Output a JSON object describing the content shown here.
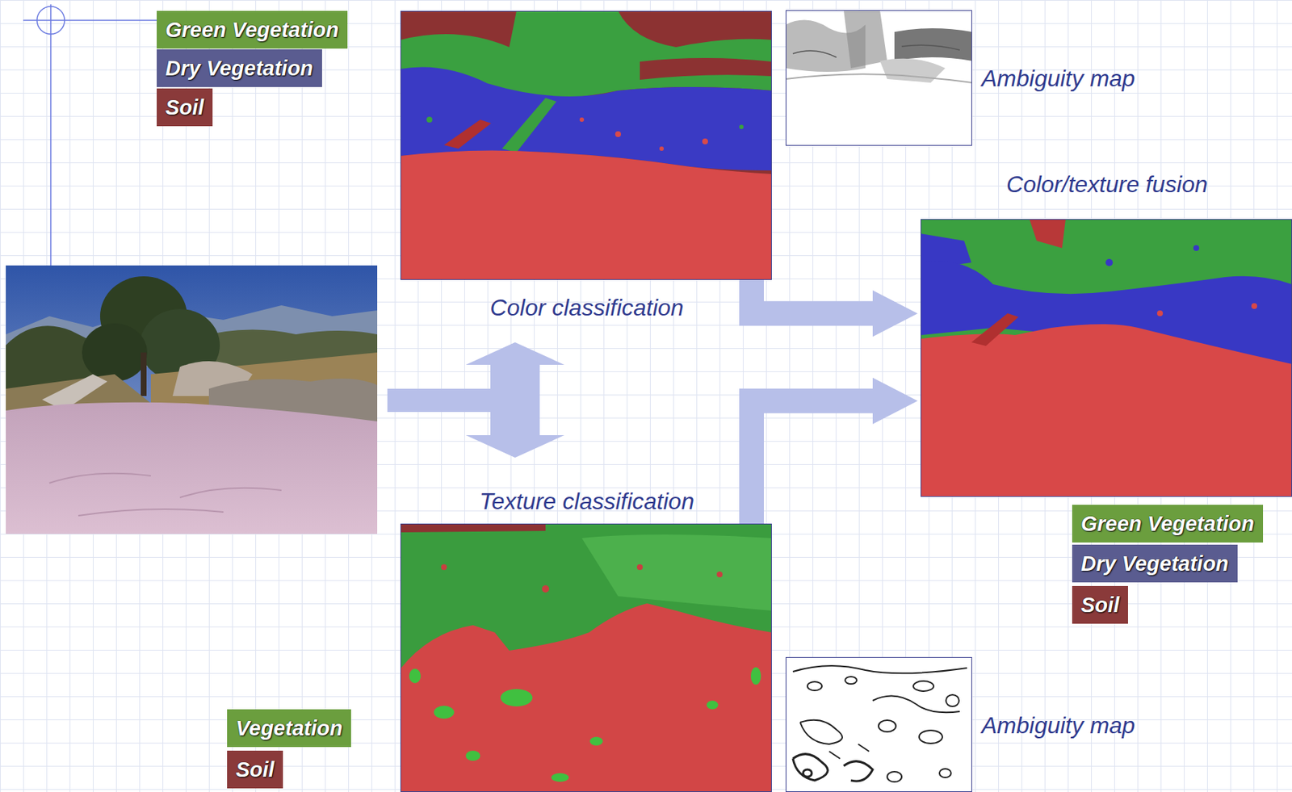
{
  "diagram": {
    "nodes": [
      {
        "text": [
          "Color classification"
        ]
      },
      {
        "text": [
          "Ambiguity map"
        ]
      },
      {
        "text": [
          "Color/texture fusion"
        ]
      },
      {
        "text": [
          "Texture classification"
        ]
      },
      {
        "text": [
          "Ambiguity map"
        ]
      }
    ],
    "edges": [
      {
        "from": 0,
        "to": 2,
        "arrow": "to"
      },
      {
        "from": 3,
        "to": 2,
        "arrow": "to"
      }
    ],
    "legend": [
      {
        "text": "Green Vegetation",
        "color": "#6b9e3e"
      },
      {
        "text": "Dry Vegetation",
        "color": "#5a5c90"
      },
      {
        "text": "Soil",
        "color": "#8a3a3a"
      },
      {
        "text": "Vegetation",
        "color": "#6b9e3e"
      },
      {
        "text": "Soil",
        "color": "#8a3a3a"
      },
      {
        "text": "Green Vegetation",
        "color": "#6b9e3e"
      },
      {
        "text": "Dry Vegetation",
        "color": "#5a5c90"
      },
      {
        "text": "Soil",
        "color": "#8a3a3a"
      }
    ]
  }
}
